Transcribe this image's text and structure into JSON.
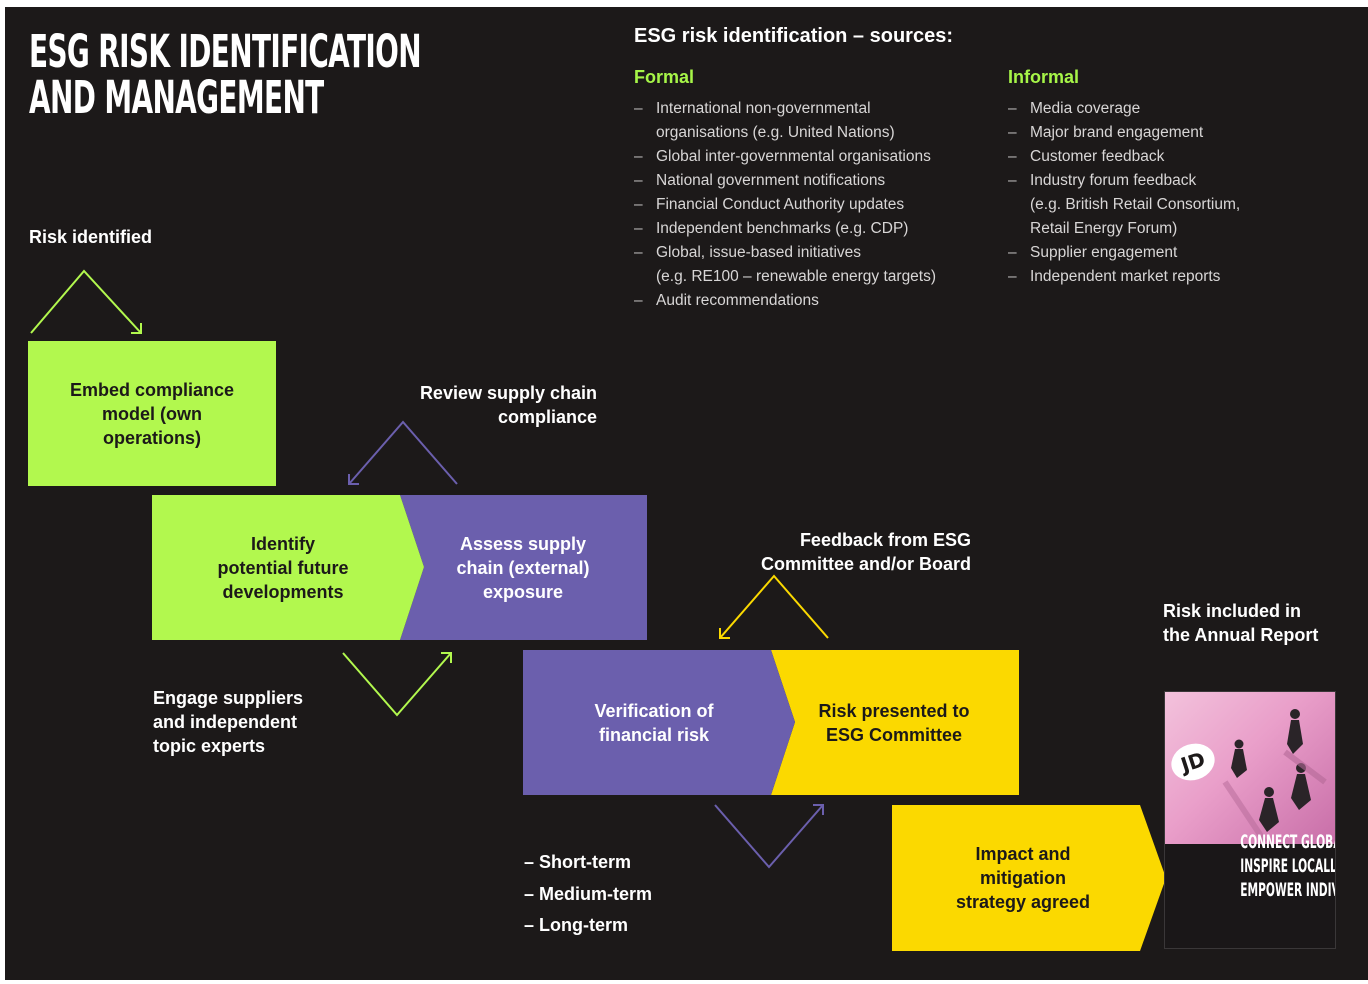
{
  "title": {
    "line1": "ESG RISK IDENTIFICATION",
    "line2": "AND MANAGEMENT"
  },
  "sources": {
    "heading": "ESG risk identification – sources:",
    "formal": {
      "label": "Formal",
      "items": [
        "International non-governmental",
        "organisations (e.g. United Nations)",
        "Global inter-governmental organisations",
        "National government notifications",
        "Financial Conduct Authority updates",
        "Independent benchmarks (e.g. CDP)",
        "Global, issue-based initiatives",
        "(e.g. RE100 – renewable energy targets)",
        "Audit recommendations"
      ]
    },
    "informal": {
      "label": "Informal",
      "items": [
        "Media coverage",
        "Major brand engagement",
        "Customer feedback",
        "Industry forum feedback",
        "(e.g. British Retail Consortium,",
        "Retail Energy Forum)",
        "Supplier engagement",
        "Independent market reports"
      ]
    }
  },
  "flow": {
    "risk_identified": "Risk identified",
    "embed": {
      "line1": "Embed compliance",
      "line2": "model (own",
      "line3": "operations)"
    },
    "review": {
      "line1": "Review supply chain",
      "line2": "compliance"
    },
    "identify": {
      "line1": "Identify",
      "line2": "potential future",
      "line3": "developments"
    },
    "assess": {
      "line1": "Assess supply",
      "line2": "chain (external)",
      "line3": "exposure"
    },
    "engage": {
      "line1": "Engage suppliers",
      "line2": "and independent",
      "line3": "topic experts"
    },
    "feedback": {
      "line1": "Feedback from ESG",
      "line2": "Committee and/or Board"
    },
    "verification": {
      "line1": "Verification of",
      "line2": "financial risk"
    },
    "presented": {
      "line1": "Risk presented to",
      "line2": "ESG Committee"
    },
    "terms": [
      "– Short-term",
      "– Medium-term",
      "– Long-term"
    ],
    "impact": {
      "line1": "Impact and",
      "line2": "mitigation",
      "line3": "strategy agreed"
    },
    "annual": {
      "line1": "Risk included in",
      "line2": "the Annual Report"
    }
  },
  "cover": {
    "logo": "JD",
    "line1": "CONNECT GLOBALLY,",
    "line2": "INSPIRE LOCALLY,",
    "line3": "EMPOWER INDIVIDUALLY."
  },
  "colors": {
    "background": "#1c1919",
    "green": "#b2f84e",
    "purple": "#6b5fad",
    "yellow": "#fbd900",
    "text": "#ffffff"
  },
  "icons": [
    "chevron-arrow-green",
    "chevron-arrow-purple",
    "chevron-arrow-yellow"
  ]
}
